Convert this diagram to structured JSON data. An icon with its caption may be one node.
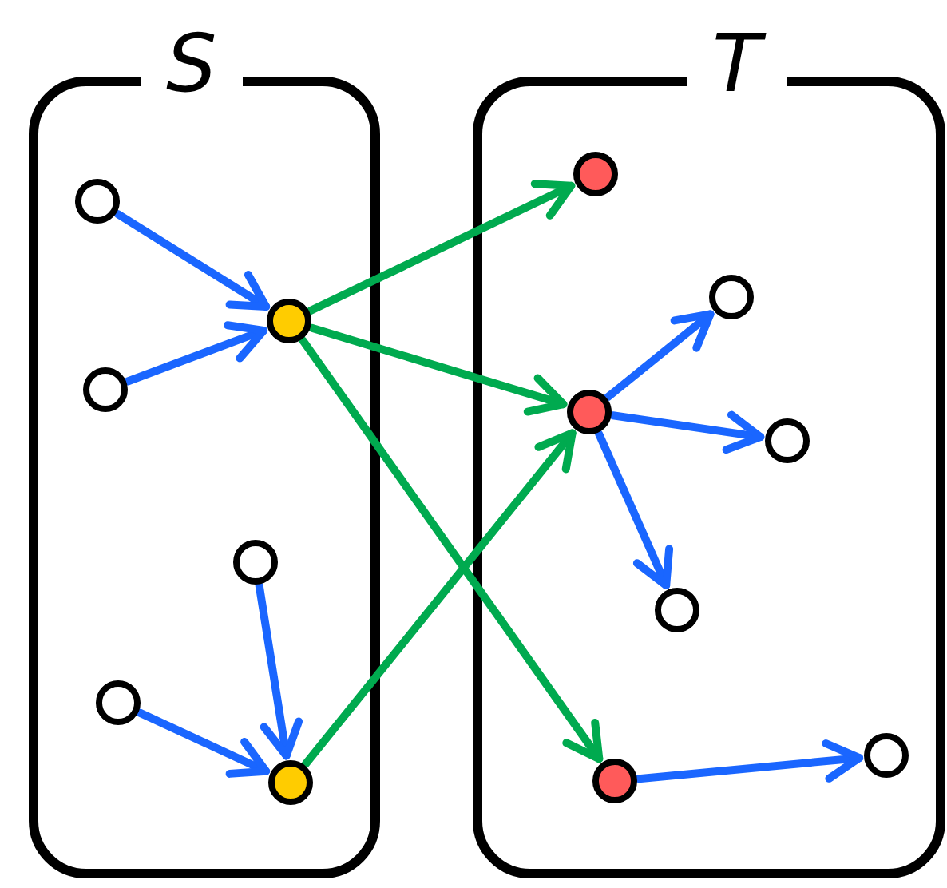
{
  "diagram": {
    "nodes": [
      {
        "text": [
          "S"
        ]
      },
      {
        "text": [],
        "shape": "circle",
        "in": 0
      },
      {
        "text": [],
        "shape": "circle",
        "in": 0
      },
      {
        "text": [],
        "shape": "circle",
        "in": 0
      },
      {
        "text": [],
        "shape": "circle",
        "in": 0
      },
      {
        "text": [],
        "shape": "circle",
        "in": 0
      },
      {
        "text": [],
        "shape": "circle",
        "in": 0
      },
      {
        "text": [
          "T"
        ]
      },
      {
        "text": [],
        "shape": "circle",
        "in": 7
      },
      {
        "text": [],
        "shape": "circle",
        "in": 7
      },
      {
        "text": [],
        "shape": "circle",
        "in": 7
      },
      {
        "text": [],
        "shape": "circle",
        "in": 7
      },
      {
        "text": [],
        "shape": "circle",
        "in": 7
      },
      {
        "text": [],
        "shape": "circle",
        "in": 7
      },
      {
        "text": [],
        "shape": "circle",
        "in": 7
      }
    ],
    "edges": [
      {
        "from": 1,
        "to": 2,
        "arrow": "to"
      },
      {
        "from": 3,
        "to": 2,
        "arrow": "to"
      },
      {
        "from": 4,
        "to": 6,
        "arrow": "to"
      },
      {
        "from": 5,
        "to": 6,
        "arrow": "to"
      },
      {
        "from": 2,
        "to": 8,
        "arrow": "to",
        "color": "#00aa4f"
      },
      {
        "from": 2,
        "to": 10,
        "arrow": "to",
        "color": "#00aa4f"
      },
      {
        "from": 2,
        "to": 13,
        "arrow": "to",
        "color": "#00aa4f"
      },
      {
        "from": 6,
        "to": 10,
        "arrow": "to",
        "color": "#00aa4f"
      },
      {
        "from": 10,
        "to": 9,
        "arrow": "to"
      },
      {
        "from": 10,
        "to": 11,
        "arrow": "to"
      },
      {
        "from": 10,
        "to": 12,
        "arrow": "to"
      },
      {
        "from": 13,
        "to": 14,
        "arrow": "to"
      }
    ]
  }
}
